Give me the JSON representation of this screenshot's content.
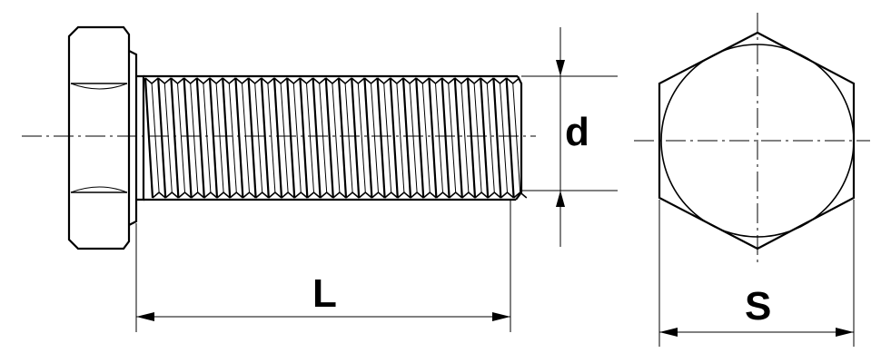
{
  "labels": {
    "length": "L",
    "diameter": "d",
    "across_flats": "S"
  }
}
